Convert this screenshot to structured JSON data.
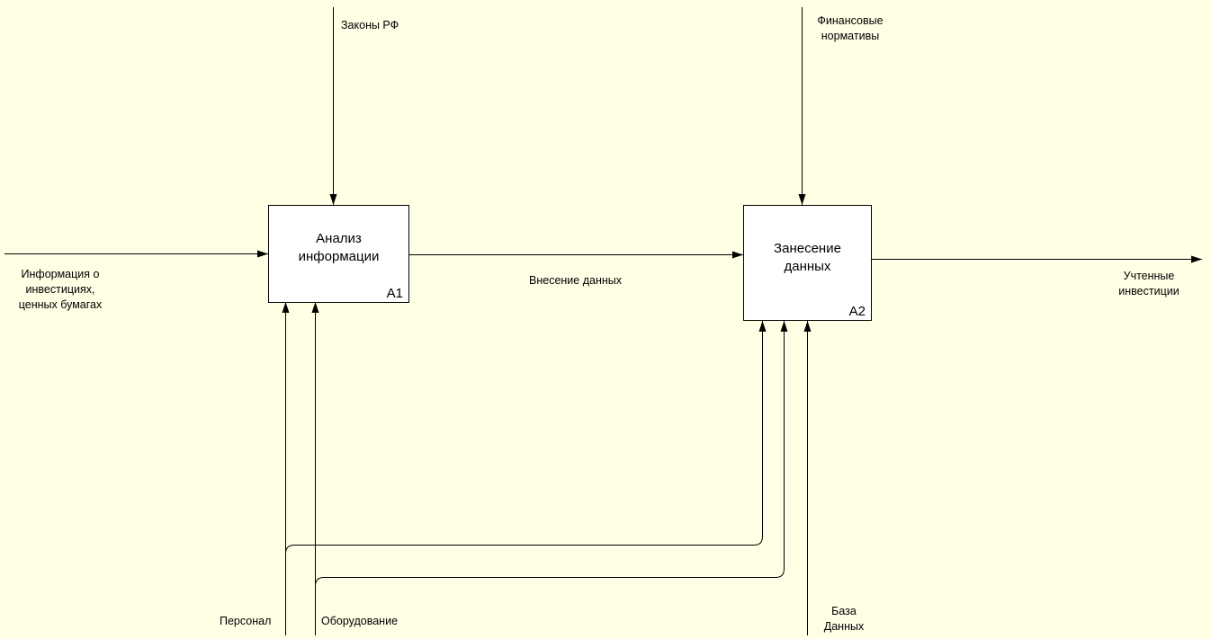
{
  "diagram": {
    "background": "#ffffe6",
    "activities": [
      {
        "name": "Анализ\nинформации",
        "number": "A1"
      },
      {
        "name": "Занесение\nданных",
        "number": "A2"
      }
    ],
    "arrows": {
      "input_info": "Информация о\nинвестициях,\nценных бумагах",
      "control_laws": "Законы РФ",
      "control_fin": "Финансовые\nнормативы",
      "flow_entry": "Внесение данных",
      "output": "Учтенные\nинвестиции",
      "mech_personnel": "Персонал",
      "mech_equipment": "Оборудование",
      "mech_database": "База\nДанных"
    }
  }
}
